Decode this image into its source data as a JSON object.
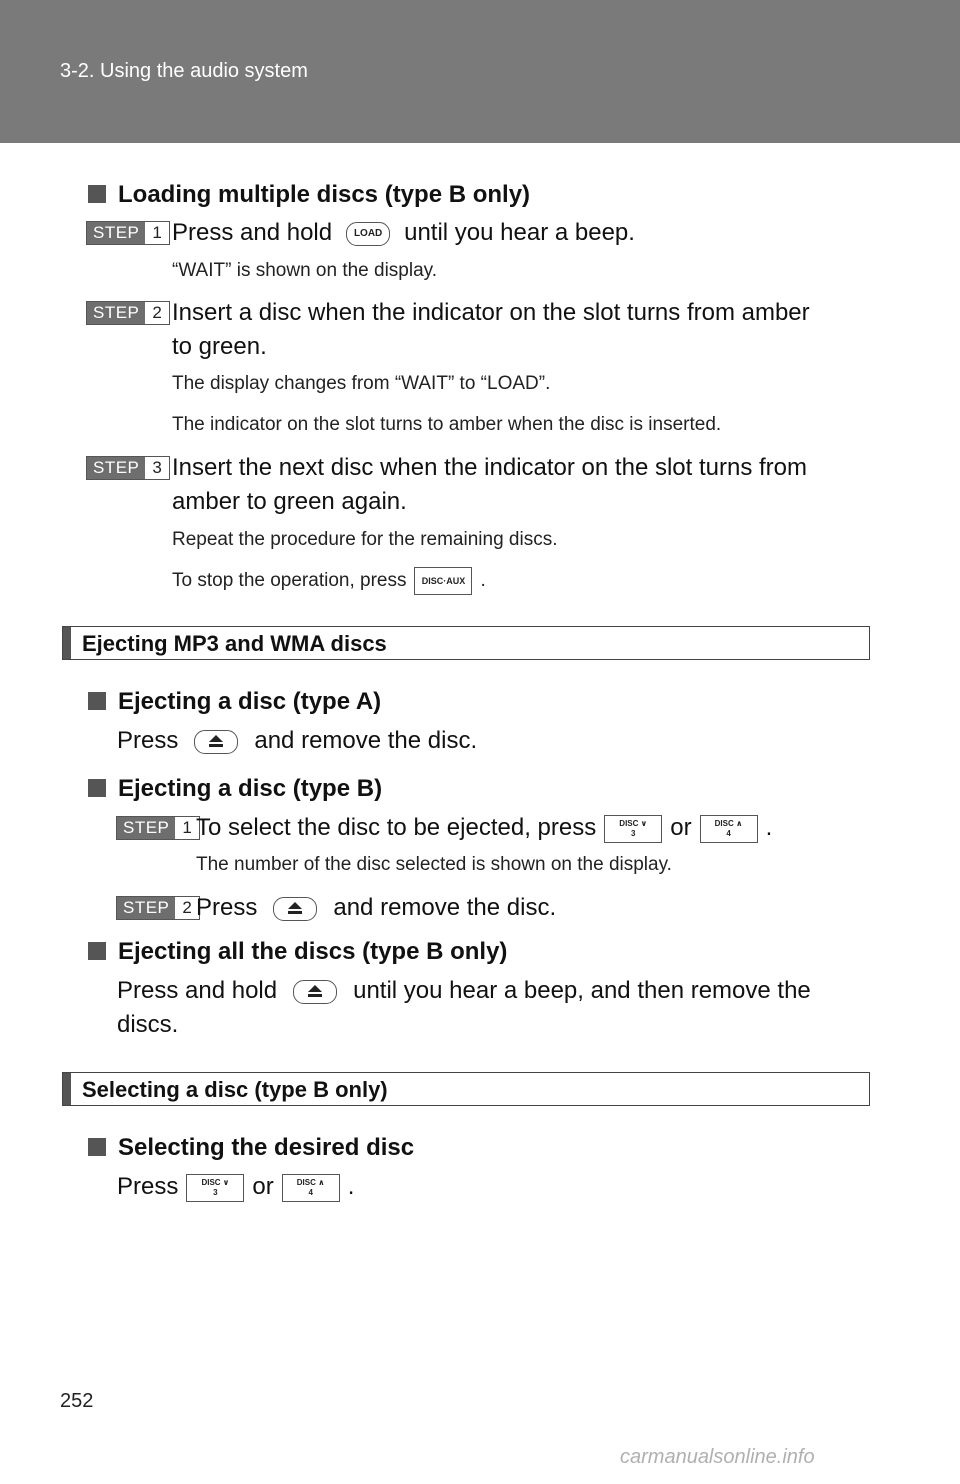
{
  "header": {
    "title": "3-2. Using the audio system"
  },
  "page_number": "252",
  "watermark": "carmanualsonline.info",
  "loading": {
    "heading": "Loading multiple discs (type B only)",
    "step_word": "STEP",
    "step1": {
      "num": "1",
      "text_a": "Press and hold",
      "button": "LOAD",
      "text_b": "until you hear a beep.",
      "note": "“WAIT” is shown on the display."
    },
    "step2": {
      "num": "2",
      "line1": "Insert a disc when the indicator on the slot turns from amber",
      "line2": "to green.",
      "note1": "The display changes from “WAIT” to “LOAD”.",
      "note2": "The indicator on the slot turns to amber when the disc is inserted."
    },
    "step3": {
      "num": "3",
      "line1": "Insert the next disc when the indicator on the slot turns from",
      "line2": "amber to green again.",
      "note1": "Repeat the procedure for the remaining discs.",
      "note2_a": "To stop the operation, press",
      "note2_button": "DISC·AUX",
      "note2_b": "."
    }
  },
  "ejecting": {
    "section_title": "Ejecting MP3 and WMA discs",
    "typeA": {
      "heading": "Ejecting a disc (type A)",
      "text_a": "Press",
      "text_b": "and remove the disc."
    },
    "typeB": {
      "heading": "Ejecting a disc (type B)",
      "step1": {
        "num": "1",
        "text_a": "To select the disc to be ejected, press",
        "or": "or",
        "end": ".",
        "note": "The number of the disc selected is shown on the display."
      },
      "step2": {
        "num": "2",
        "text_a": "Press",
        "text_b": "and remove the disc."
      }
    },
    "all": {
      "heading": "Ejecting all the discs (type B only)",
      "text_a": "Press and hold",
      "text_b": "until you hear a beep, and then remove the",
      "line2": "discs."
    }
  },
  "selecting": {
    "section_title": "Selecting a disc (type B only)",
    "heading": "Selecting the desired disc",
    "text_a": "Press",
    "or": "or",
    "end": "."
  },
  "buttons": {
    "disc_label": "DISC",
    "disc_down_num": "3",
    "disc_up_num": "4"
  }
}
